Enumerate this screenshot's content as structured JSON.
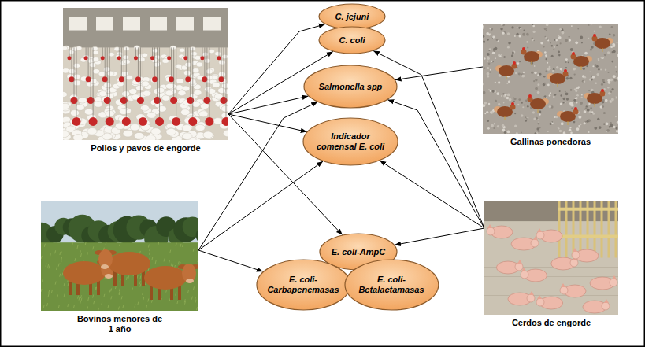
{
  "diagram": {
    "nodes": [
      {
        "text": [
          "Pollos y pavos de engorde"
        ]
      },
      {
        "text": [
          "Gallinas ponedoras"
        ]
      },
      {
        "text": [
          "C. jejuni"
        ]
      },
      {
        "text": [
          "C. coli"
        ]
      },
      {
        "text": [
          "Salmonella spp"
        ]
      },
      {
        "text": [
          "Indicador comensal E. coli"
        ]
      },
      {
        "text": [
          "E. coli-AmpC"
        ]
      },
      {
        "text": [
          "E. coli-Carbapenemasas"
        ]
      },
      {
        "text": [
          "E. coli-Betalactamasas"
        ]
      },
      {
        "text": [
          "Bovinos menores de 1 año"
        ]
      },
      {
        "text": [
          "Cerdos de engorde"
        ]
      }
    ],
    "edges": [
      {
        "from": 0,
        "to": 2,
        "arrow": "to"
      },
      {
        "from": 0,
        "to": 3,
        "arrow": "to"
      },
      {
        "from": 0,
        "to": 4,
        "arrow": "to"
      },
      {
        "from": 0,
        "to": 5,
        "arrow": "to"
      },
      {
        "from": 0,
        "to": 6,
        "arrow": "to"
      },
      {
        "from": 1,
        "to": 4,
        "arrow": "to"
      },
      {
        "from": 9,
        "to": 4,
        "arrow": "to"
      },
      {
        "from": 9,
        "to": 5,
        "arrow": "to"
      },
      {
        "from": 9,
        "to": 7,
        "arrow": "to"
      },
      {
        "from": 10,
        "to": 3,
        "arrow": "to"
      },
      {
        "from": 10,
        "to": 4,
        "arrow": "to"
      },
      {
        "from": 10,
        "to": 5,
        "arrow": "to"
      },
      {
        "from": 10,
        "to": 6,
        "arrow": "to"
      }
    ]
  }
}
